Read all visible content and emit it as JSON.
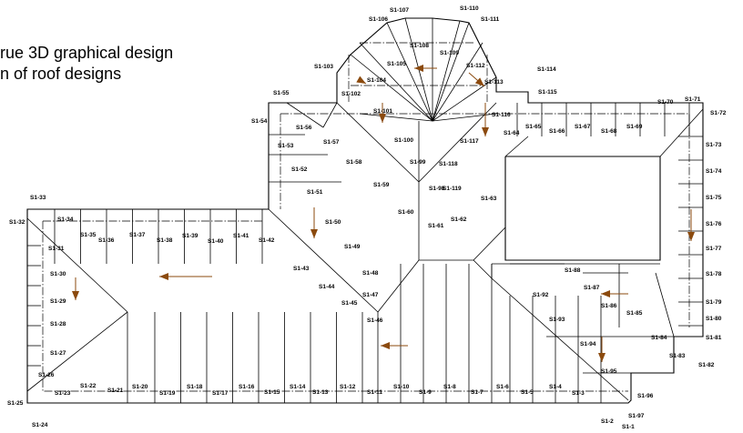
{
  "caption": {
    "line1": "rue 3D graphical design",
    "line2": "n of roof designs"
  },
  "colors": {
    "line": "#000000",
    "arrow": "#8b4a0e",
    "background": "#ffffff"
  },
  "labels": [
    "S1-1",
    "S1-2",
    "S1-3",
    "S1-4",
    "S1-5",
    "S1-6",
    "S1-7",
    "S1-8",
    "S1-9",
    "S1-10",
    "S1-11",
    "S1-12",
    "S1-13",
    "S1-14",
    "S1-15",
    "S1-16",
    "S1-17",
    "S1-18",
    "S1-19",
    "S1-20",
    "S1-21",
    "S1-22",
    "S1-23",
    "S1-24",
    "S1-25",
    "S1-26",
    "S1-27",
    "S1-28",
    "S1-29",
    "S1-30",
    "S1-31",
    "S1-32",
    "S1-33",
    "S1-34",
    "S1-35",
    "S1-36",
    "S1-37",
    "S1-38",
    "S1-39",
    "S1-40",
    "S1-41",
    "S1-42",
    "S1-43",
    "S1-44",
    "S1-45",
    "S1-46",
    "S1-47",
    "S1-48",
    "S1-49",
    "S1-50",
    "S1-51",
    "S1-52",
    "S1-53",
    "S1-54",
    "S1-55",
    "S1-56",
    "S1-57",
    "S1-58",
    "S1-59",
    "S1-60",
    "S1-61",
    "S1-62",
    "S1-63",
    "S1-64",
    "S1-65",
    "S1-66",
    "S1-67",
    "S1-68",
    "S1-69",
    "S1-70",
    "S1-71",
    "S1-72",
    "S1-73",
    "S1-74",
    "S1-75",
    "S1-76",
    "S1-77",
    "S1-78",
    "S1-79",
    "S1-80",
    "S1-81",
    "S1-82",
    "S1-83",
    "S1-84",
    "S1-85",
    "S1-86",
    "S1-87",
    "S1-88",
    "S1-92",
    "S1-93",
    "S1-94",
    "S1-95",
    "S1-96",
    "S1-97",
    "S1-98",
    "S1-99",
    "S1-100",
    "S1-101",
    "S1-102",
    "S1-103",
    "S1-104",
    "S1-105",
    "S1-106",
    "S1-107",
    "S1-108",
    "S1-109",
    "S1-110",
    "S1-111",
    "S1-112",
    "S1-113",
    "S1-114",
    "S1-115",
    "S1-116",
    "S1-117",
    "S1-118",
    "S1-119"
  ]
}
